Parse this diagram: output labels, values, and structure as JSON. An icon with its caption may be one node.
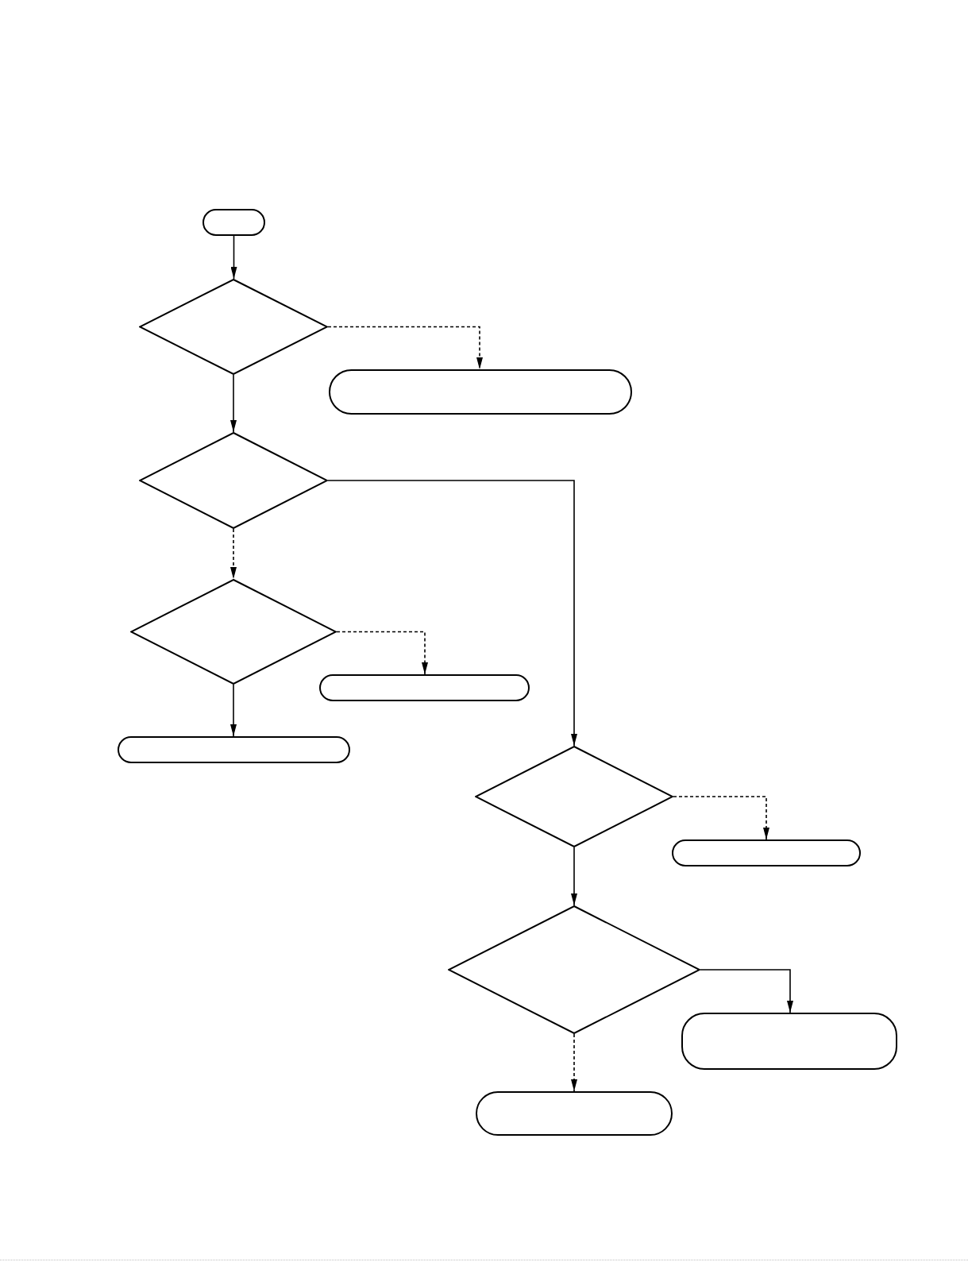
{
  "diagram": {
    "nodes": [
      {
        "text": [],
        "shape": "pill"
      },
      {
        "text": [],
        "shape": "diamond"
      },
      {
        "text": [],
        "shape": "pill"
      },
      {
        "text": [],
        "shape": "diamond"
      },
      {
        "text": [],
        "shape": "diamond"
      },
      {
        "text": [],
        "shape": "pill"
      },
      {
        "text": [],
        "shape": "pill"
      },
      {
        "text": [],
        "shape": "diamond"
      },
      {
        "text": [],
        "shape": "pill"
      },
      {
        "text": [],
        "shape": "diamond"
      },
      {
        "text": [],
        "shape": "pill"
      },
      {
        "text": [],
        "shape": "pill"
      }
    ],
    "edges": [
      {
        "from": 0,
        "to": 1,
        "arrow": "to"
      },
      {
        "from": 1,
        "to": 2,
        "arrow": "to",
        "style": "dashed"
      },
      {
        "from": 1,
        "to": 3,
        "arrow": "to"
      },
      {
        "from": 3,
        "to": 7,
        "arrow": "to"
      },
      {
        "from": 3,
        "to": 4,
        "arrow": "to",
        "style": "dashed"
      },
      {
        "from": 4,
        "to": 5,
        "arrow": "to",
        "style": "dashed"
      },
      {
        "from": 4,
        "to": 6,
        "arrow": "to"
      },
      {
        "from": 7,
        "to": 8,
        "arrow": "to",
        "style": "dashed"
      },
      {
        "from": 7,
        "to": 9,
        "arrow": "to"
      },
      {
        "from": 9,
        "to": 10,
        "arrow": "to"
      },
      {
        "from": 9,
        "to": 11,
        "arrow": "to",
        "style": "dashed"
      }
    ]
  }
}
